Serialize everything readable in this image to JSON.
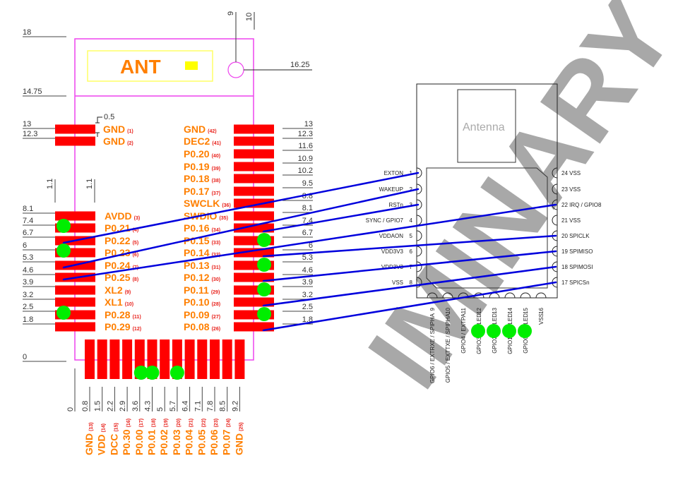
{
  "left_module": {
    "antenna_label": "ANT",
    "colors": {
      "outline": "#ee44ee",
      "pad": "#ff0000",
      "label": "#ff7f00",
      "pin_number": "#e8201a",
      "antenna_box": "#ffff66",
      "marker": "#00ee00",
      "wire": "#0000dd"
    },
    "top_dimensions": [
      "9",
      "10"
    ],
    "feature_dimension": "16.25",
    "left_dimensions": [
      "18",
      "14.75",
      "13",
      "12.3",
      "8.1",
      "7.4",
      "6.7",
      "6",
      "5.3",
      "4.6",
      "3.9",
      "3.2",
      "2.5",
      "1.8",
      "0"
    ],
    "right_dimensions": [
      "13",
      "12.3",
      "11.6",
      "10.9",
      "10.2",
      "9.5",
      "8.8",
      "8.1",
      "7.4",
      "6.7",
      "6",
      "5.3",
      "4.6",
      "3.9",
      "3.2",
      "2.5",
      "1.8"
    ],
    "pitch_labels": [
      "0.5",
      "1.1",
      "1.1"
    ],
    "bottom_dimensions": [
      "0",
      "0.8",
      "1.5",
      "2.2",
      "2.9",
      "3.6",
      "4.3",
      "5",
      "5.7",
      "6.4",
      "7.1",
      "7.8",
      "8.5",
      "9.2"
    ],
    "left_pins": [
      {
        "name": "GND",
        "num": "(1)"
      },
      {
        "name": "GND",
        "num": "(2)"
      },
      {
        "name": "AVDD",
        "num": "(3)"
      },
      {
        "name": "P0.21",
        "num": "(4)"
      },
      {
        "name": "P0.22",
        "num": "(5)"
      },
      {
        "name": "P0.23",
        "num": "(6)"
      },
      {
        "name": "P0.24",
        "num": "(7)"
      },
      {
        "name": "P0.25",
        "num": "(8)"
      },
      {
        "name": "XL2",
        "num": "(9)"
      },
      {
        "name": "XL1",
        "num": "(10)"
      },
      {
        "name": "P0.28",
        "num": "(11)"
      },
      {
        "name": "P0.29",
        "num": "(12)"
      }
    ],
    "right_pins": [
      {
        "name": "GND",
        "num": "(42)"
      },
      {
        "name": "DEC2",
        "num": "(41)"
      },
      {
        "name": "P0.20",
        "num": "(40)"
      },
      {
        "name": "P0.19",
        "num": "(39)"
      },
      {
        "name": "P0.18",
        "num": "(38)"
      },
      {
        "name": "P0.17",
        "num": "(37)"
      },
      {
        "name": "SWCLK",
        "num": "(36)"
      },
      {
        "name": "SWDIO",
        "num": "(35)"
      },
      {
        "name": "P0.16",
        "num": "(34)"
      },
      {
        "name": "P0.15",
        "num": "(33)"
      },
      {
        "name": "P0.14",
        "num": "(32)"
      },
      {
        "name": "P0.13",
        "num": "(31)"
      },
      {
        "name": "P0.12",
        "num": "(30)"
      },
      {
        "name": "P0.11",
        "num": "(29)"
      },
      {
        "name": "P0.10",
        "num": "(28)"
      },
      {
        "name": "P0.09",
        "num": "(27)"
      },
      {
        "name": "P0.08",
        "num": "(26)"
      }
    ],
    "bottom_pins": [
      {
        "name": "GND",
        "num": "(13)"
      },
      {
        "name": "VDD",
        "num": "(14)"
      },
      {
        "name": "DCC",
        "num": "(15)"
      },
      {
        "name": "P0.30",
        "num": "(16)"
      },
      {
        "name": "P0.00",
        "num": "(17)"
      },
      {
        "name": "P0.01",
        "num": "(18)"
      },
      {
        "name": "P0.02",
        "num": "(19)"
      },
      {
        "name": "P0.03",
        "num": "(20)"
      },
      {
        "name": "P0.04",
        "num": "(21)"
      },
      {
        "name": "P0.05",
        "num": "(22)"
      },
      {
        "name": "P0.06",
        "num": "(23)"
      },
      {
        "name": "P0.07",
        "num": "(24)"
      },
      {
        "name": "GND",
        "num": "(25)"
      }
    ],
    "marked_pins": [
      "P0.21",
      "P0.23",
      "P0.28",
      "P0.15",
      "P0.13",
      "P0.11",
      "P0.09",
      "P0.00",
      "P0.01",
      "P0.03"
    ]
  },
  "right_module": {
    "antenna_label": "Antenna",
    "left_pins": [
      {
        "num": "1",
        "name": "EXTON"
      },
      {
        "num": "2",
        "name": "WAKEUP"
      },
      {
        "num": "3",
        "name": "RSTn"
      },
      {
        "num": "4",
        "name": "SYNC / GPIO7"
      },
      {
        "num": "5",
        "name": "VDDAON"
      },
      {
        "num": "6",
        "name": "VDD3V3"
      },
      {
        "num": "7",
        "name": "VDD3V3"
      },
      {
        "num": "8",
        "name": "VSS"
      }
    ],
    "right_pins": [
      {
        "num": "24",
        "name": "VSS"
      },
      {
        "num": "23",
        "name": "VSS"
      },
      {
        "num": "22",
        "name": "IRQ / GPIO8"
      },
      {
        "num": "21",
        "name": "VSS"
      },
      {
        "num": "20",
        "name": "SPICLK"
      },
      {
        "num": "19",
        "name": "SPIMISO"
      },
      {
        "num": "18",
        "name": "SPIMOSI"
      },
      {
        "num": "17",
        "name": "SPICSn"
      }
    ],
    "bottom_pins": [
      {
        "num": "9",
        "name": "GPIO6 / EXTRXE / SPIPHA"
      },
      {
        "num": "10",
        "name": "GPIO5 / EXTTXE / SPIPHA"
      },
      {
        "num": "11",
        "name": "GPIO4 / EXTPA"
      },
      {
        "num": "12",
        "name": "GPIO3 / RXLED"
      },
      {
        "num": "13",
        "name": "GPIO2 / TXLED"
      },
      {
        "num": "14",
        "name": "GPIO1 / RXLED"
      },
      {
        "num": "15",
        "name": "GPIO0 / TXLED"
      },
      {
        "num": "16",
        "name": "VSS"
      }
    ],
    "marked_pins": [
      "12",
      "13",
      "14",
      "15"
    ]
  },
  "connections": [
    {
      "from": "P0.22",
      "to": "1 EXTON"
    },
    {
      "from": "P0.24",
      "to": "2 WAKEUP"
    },
    {
      "from": "P0.16",
      "to": "3 RSTn"
    },
    {
      "from": "P0.25",
      "to": "22 IRQ / GPIO8"
    },
    {
      "from": "P0.14",
      "to": "20 SPICLK"
    },
    {
      "from": "P0.12",
      "to": "19 SPIMISO"
    },
    {
      "from": "P0.10",
      "to": "18 SPIMOSI"
    },
    {
      "from": "P0.08",
      "to": "17 SPICSn"
    }
  ],
  "watermark": "IMINARY"
}
